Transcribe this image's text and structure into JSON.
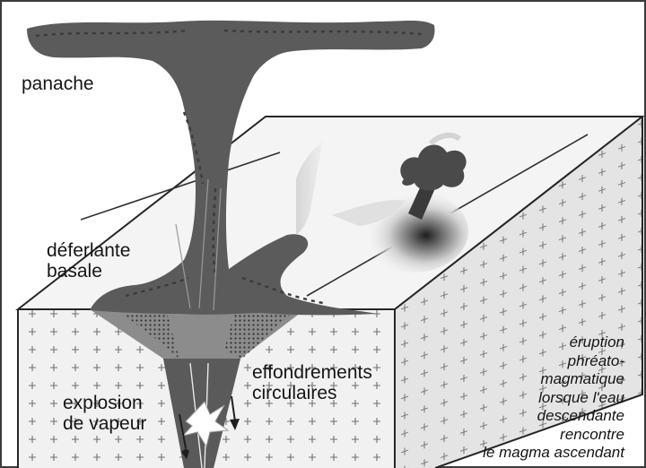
{
  "labels": {
    "panache": "panache",
    "deferlante": [
      "déferlante",
      "basale"
    ],
    "explosion": [
      "explosion",
      "de vapeur"
    ],
    "effondrements": [
      "effondrements",
      "circulaires"
    ],
    "eruption": [
      "éruption",
      "phréato-",
      "magmatique",
      "lorsque l'eau",
      "descendante",
      "rencontre",
      "le magma ascendant"
    ]
  },
  "colors": {
    "ash": "#5b5b5b",
    "ash_dark": "#3c3c3c",
    "block_top": "#f4f4f4",
    "block_front": "#f1f1f1",
    "block_side": "#e4e4e4",
    "outline": "#262626"
  }
}
